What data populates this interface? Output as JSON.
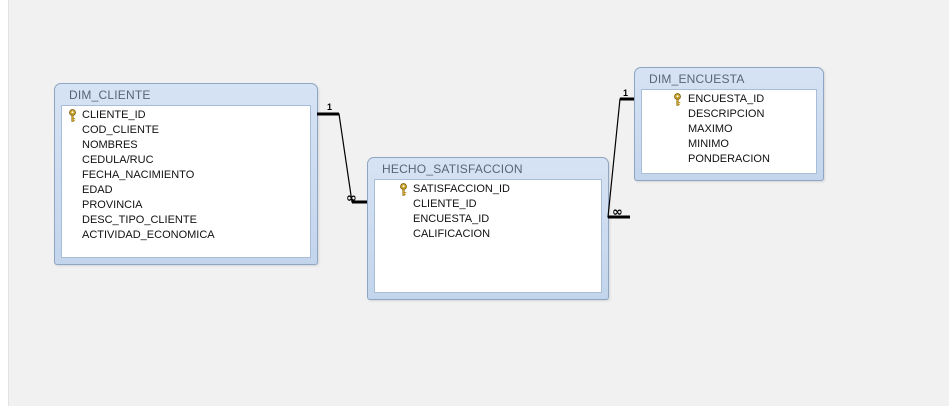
{
  "tables": {
    "dim_cliente": {
      "title": "DIM_CLIENTE",
      "fields": [
        "CLIENTE_ID",
        "COD_CLIENTE",
        "NOMBRES",
        "CEDULA/RUC",
        "FECHA_NACIMIENTO",
        "EDAD",
        "PROVINCIA",
        "DESC_TIPO_CLIENTE",
        "ACTIVIDAD_ECONOMICA"
      ],
      "primary_key": "CLIENTE_ID"
    },
    "hecho_satisfaccion": {
      "title": "HECHO_SATISFACCION",
      "fields": [
        "SATISFACCION_ID",
        "CLIENTE_ID",
        "ENCUESTA_ID",
        "CALIFICACION"
      ],
      "primary_key": "SATISFACCION_ID"
    },
    "dim_encuesta": {
      "title": "DIM_ENCUESTA",
      "fields": [
        "ENCUESTA_ID",
        "DESCRIPCION",
        "MAXIMO",
        "MINIMO",
        "PONDERACION"
      ],
      "primary_key": "ENCUESTA_ID"
    }
  },
  "relationships": [
    {
      "from": "DIM_CLIENTE",
      "to": "HECHO_SATISFACCION",
      "one_label": "1",
      "many_label": "∞"
    },
    {
      "from": "DIM_ENCUESTA",
      "to": "HECHO_SATISFACCION",
      "one_label": "1",
      "many_label": "∞"
    }
  ],
  "colors": {
    "canvas": "#f1f1f1",
    "table_header": "#c9d9ee",
    "table_border": "#8ea5c4",
    "title_text": "#58647a",
    "key_icon": "#c9a227",
    "relationship_line": "#000000"
  }
}
